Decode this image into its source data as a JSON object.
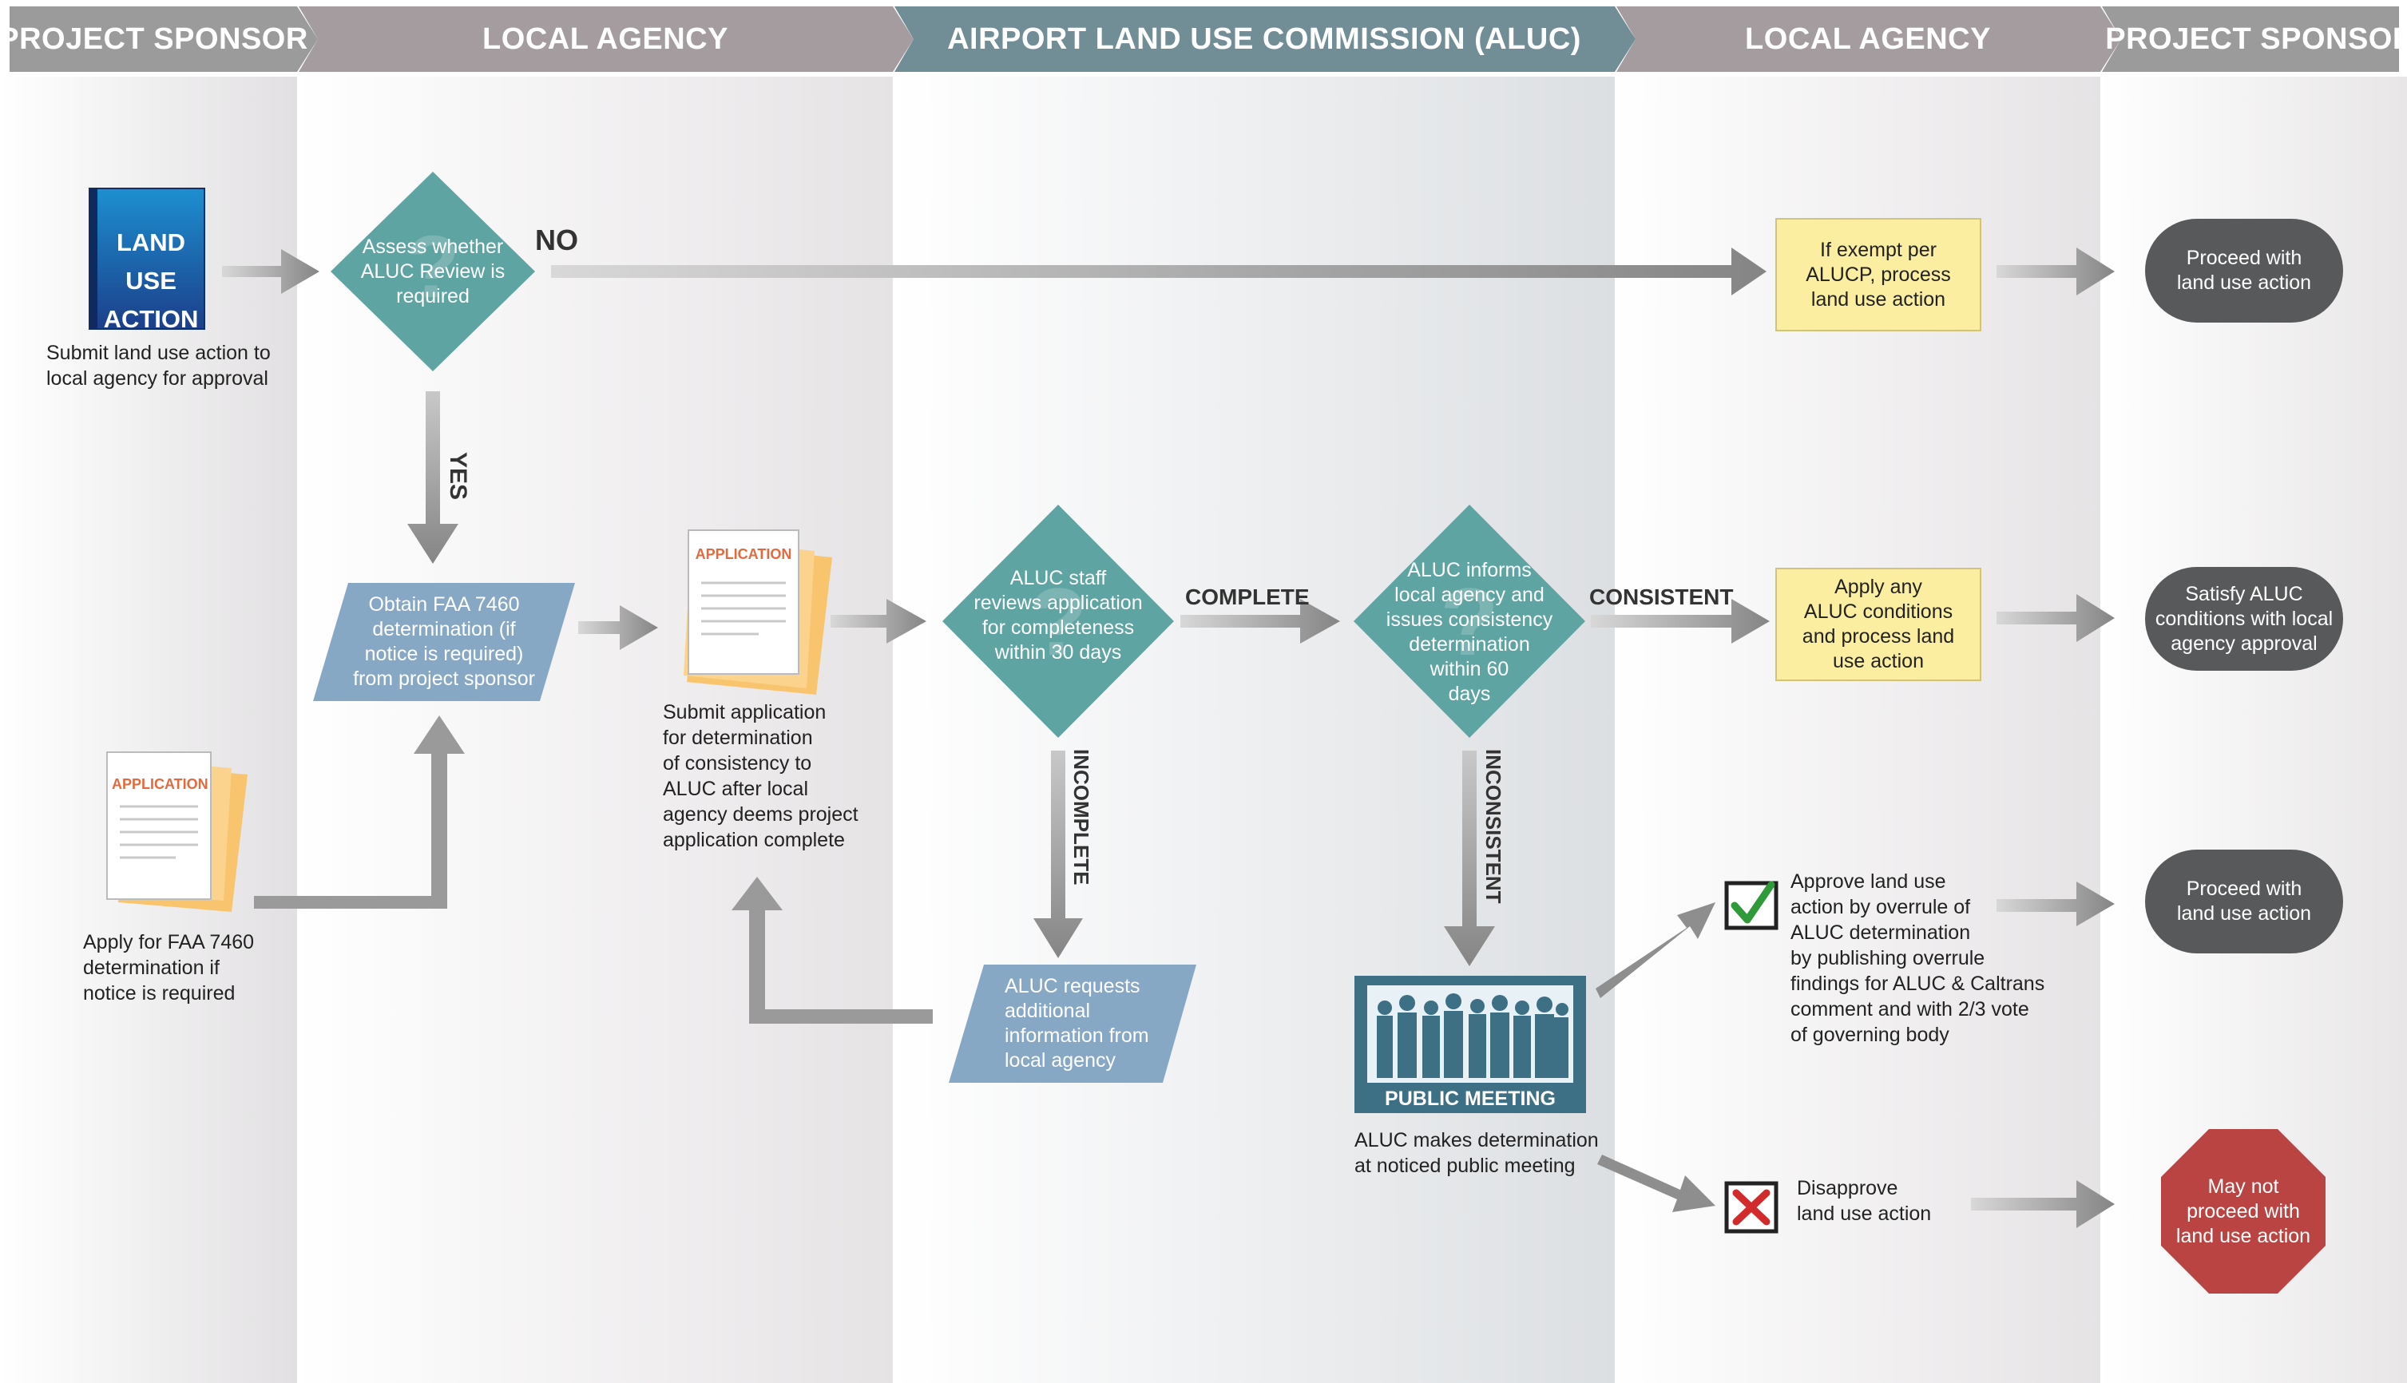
{
  "lanes": [
    "PROJECT SPONSOR",
    "LOCAL AGENCY",
    "AIRPORT LAND USE COMMISSION (ALUC)",
    "LOCAL AGENCY",
    "PROJECT SPONSOR"
  ],
  "book": {
    "line1": "LAND USE",
    "line2": "ACTION"
  },
  "documents": {
    "label": "APPLICATION"
  },
  "captions": {
    "submit_land_use": [
      "Submit land use action to",
      "local agency for approval"
    ],
    "apply_faa": [
      "Apply for FAA 7460",
      "determination if",
      "notice is required"
    ],
    "submit_application": [
      "Submit application",
      "for determination",
      "of consistency to",
      "ALUC after local",
      "agency deems project",
      "application complete"
    ],
    "aluc_determination": [
      "ALUC makes determination",
      "at noticed public meeting"
    ],
    "approve_overrule": [
      "Approve land use",
      "action by overrule of",
      "ALUC determination",
      "by publishing overrule",
      "findings for ALUC & Caltrans",
      "comment and with 2/3 vote",
      "of governing body"
    ],
    "disapprove": [
      "Disapprove",
      "land use action"
    ]
  },
  "nodes": {
    "assess": [
      "Assess whether",
      "ALUC Review is",
      "required"
    ],
    "obtain": [
      "Obtain FAA 7460",
      "determination (if",
      "notice is required)",
      "from project sponsor"
    ],
    "review": [
      "ALUC staff",
      "reviews application",
      "for completeness",
      "within 30 days"
    ],
    "inform": [
      "ALUC informs",
      "local agency and",
      "issues consistency",
      "determination",
      "within 60",
      "days"
    ],
    "request": [
      "ALUC requests",
      "additional",
      "information from",
      "local agency"
    ],
    "exempt": [
      "If exempt per",
      "ALUCP, process",
      "land use action"
    ],
    "apply": [
      "Apply any",
      "ALUC conditions",
      "and process land",
      "use action"
    ],
    "proceed": [
      "Proceed with",
      "land use action"
    ],
    "satisfy": [
      "Satisfy ALUC",
      "conditions with local",
      "agency approval"
    ],
    "stop": [
      "May not",
      "proceed with",
      "land use action"
    ],
    "public_meeting": "PUBLIC MEETING"
  },
  "edges": {
    "no": "NO",
    "yes": "YES",
    "complete": "COMPLETE",
    "consistent": "CONSISTENT",
    "incomplete": "INCOMPLETE",
    "inconsistent": "INCONSISTENT"
  },
  "colors": {
    "decision": "#5ea4a2",
    "process": "#87a8c4",
    "note": "#fbeea0",
    "terminal": "#58595b",
    "stop": "#b94442",
    "aluc_header": "#718d96"
  }
}
